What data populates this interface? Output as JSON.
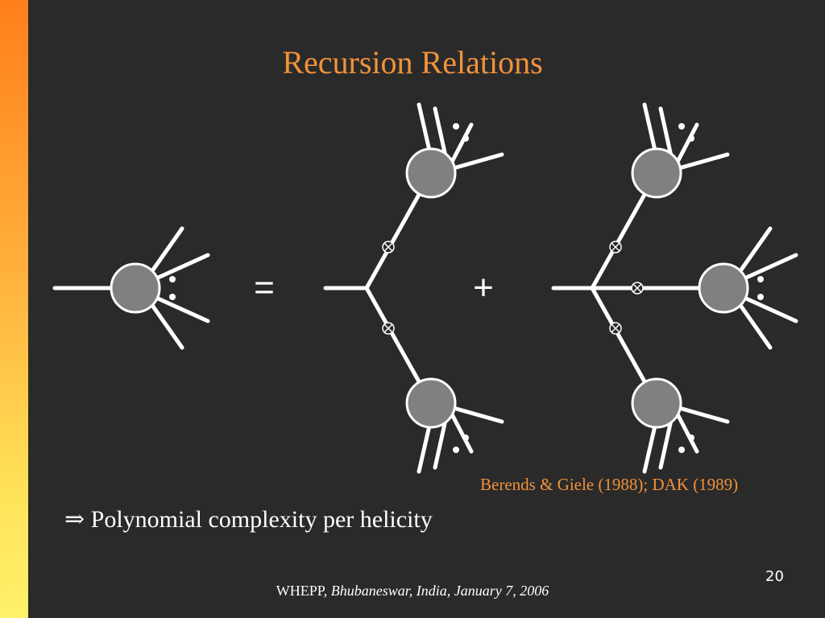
{
  "slide": {
    "title": "Recursion Relations",
    "equals_symbol": "=",
    "plus_symbol": "+",
    "citation": "Berends & Giele (1988); DAK (1989)",
    "bullet_arrow": "⇒",
    "bullet_text": "Polynomial complexity per helicity",
    "footer_prefix": "WHEPP, ",
    "footer_italic": "Bhubaneswar, India, January 7, 2006",
    "page_number": "20"
  },
  "colors": {
    "background": "#2a2a2a",
    "accent": "#f2923a",
    "blob_fill": "#808080",
    "line": "#ffffff"
  },
  "icons": {
    "blob": "gray-circle-vertex",
    "propagator_marker": "circled-times"
  }
}
